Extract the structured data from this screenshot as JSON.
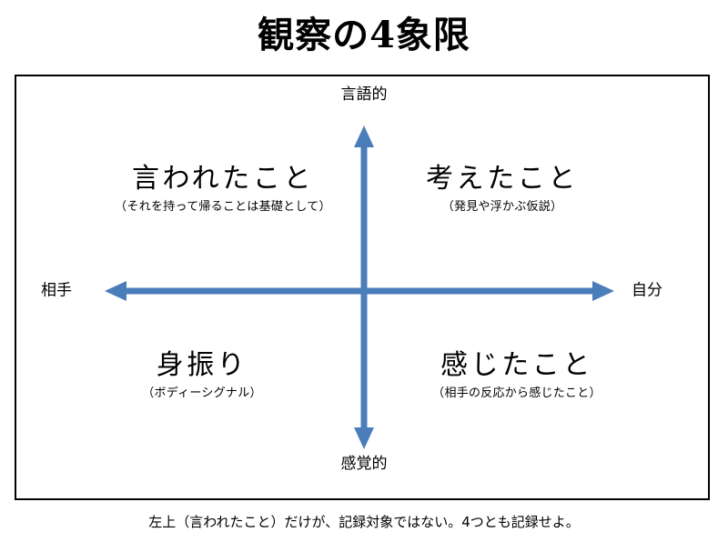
{
  "title": "観察の4象限",
  "colors": {
    "arrow": "#4A7EBB",
    "frame_border": "#000000",
    "background": "#FFFFFF",
    "text": "#000000"
  },
  "axes": {
    "top": "言語的",
    "bottom": "感覚的",
    "left": "相手",
    "right": "自分"
  },
  "quadrants": {
    "top_left": {
      "label": "言われたこと",
      "sub": "（それを持って帰ることは基礎として）"
    },
    "top_right": {
      "label": "考えたこと",
      "sub": "（発見や浮かぶ仮説）"
    },
    "bottom_left": {
      "label": "身振り",
      "sub": "（ボディーシグナル）"
    },
    "bottom_right": {
      "label": "感じたこと",
      "sub": "（相手の反応から感じたこと）"
    }
  },
  "footnote": "左上（言われたこと）だけが、記録対象ではない。4つとも記録せよ。"
}
